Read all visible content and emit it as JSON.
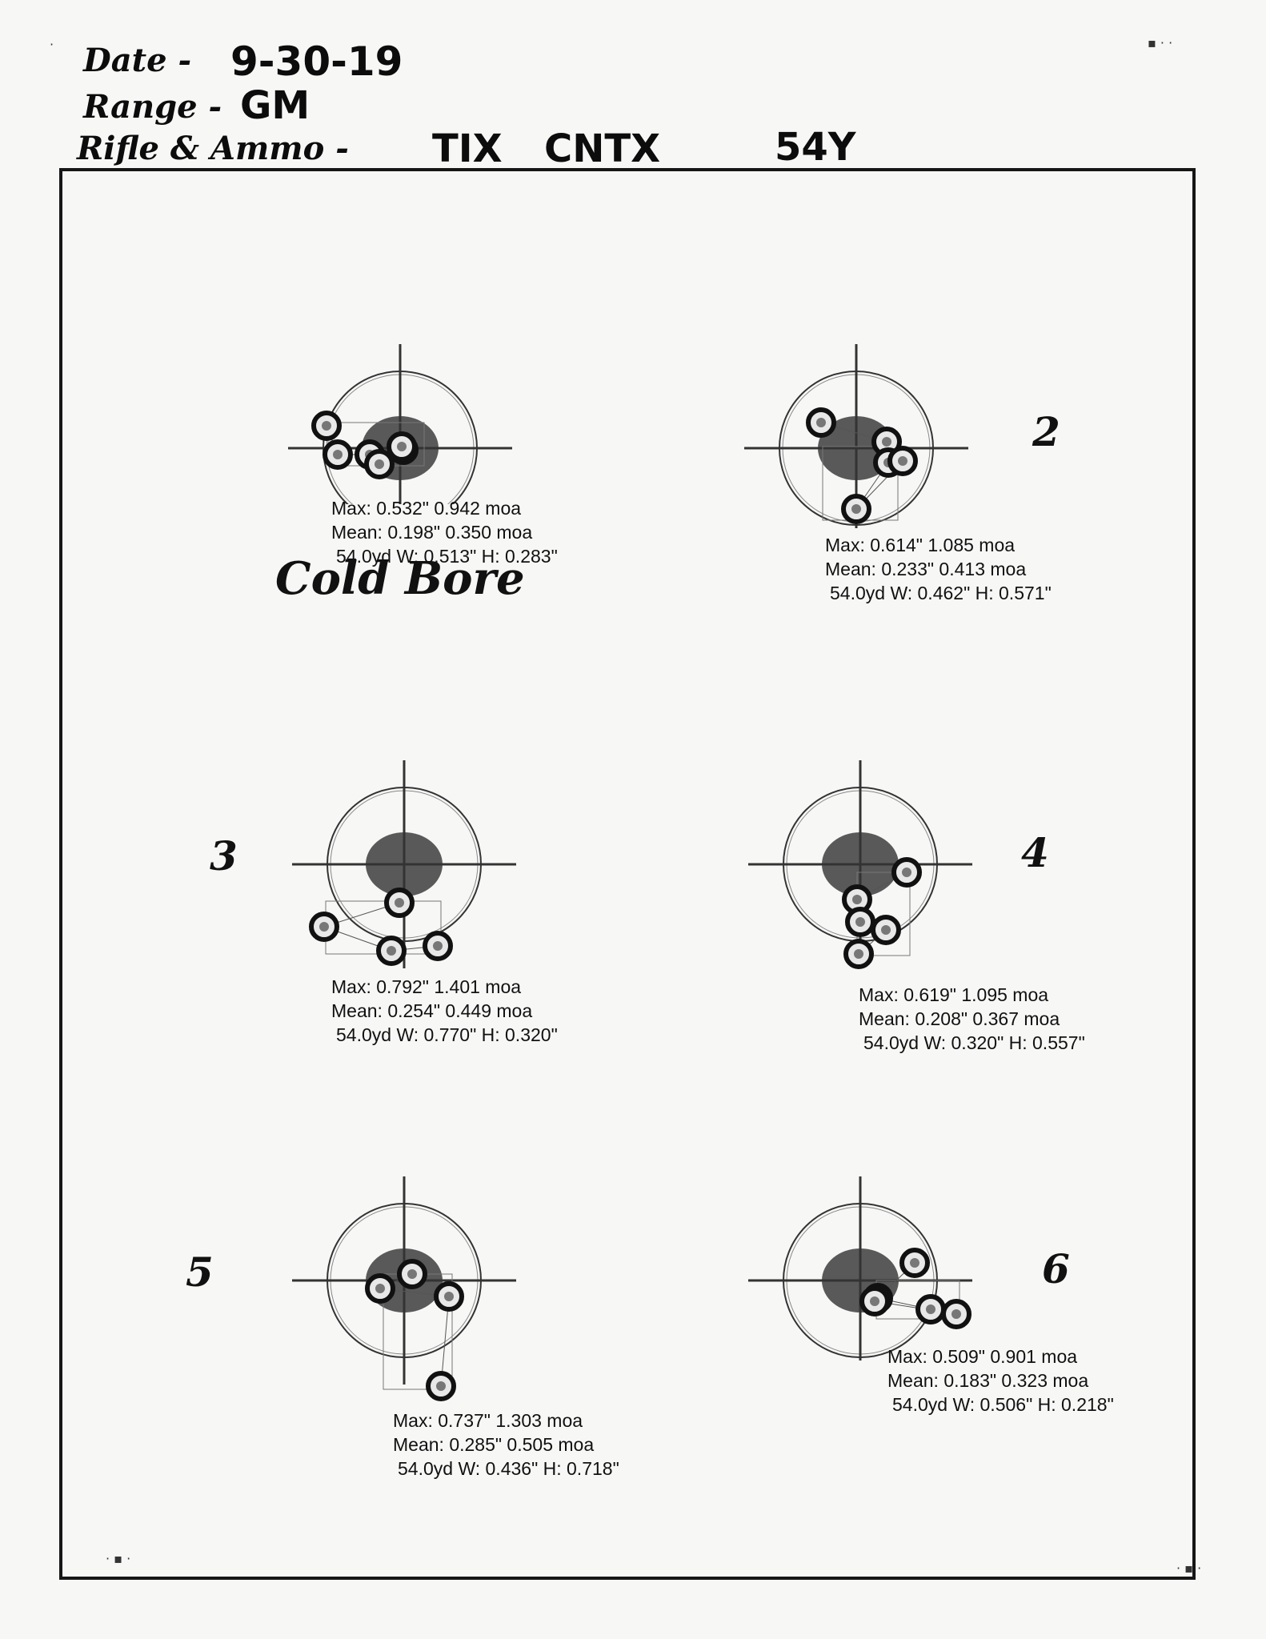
{
  "header": {
    "date_label": "Date -",
    "date_value": "9-30-19",
    "range_label": "Range -",
    "range_value": "GM",
    "rifle_label": "Rifle & Ammo -",
    "rifle_value": "TIX",
    "ammo_value": "CNTX",
    "bullet_value": "54Y"
  },
  "groups": [
    {
      "number": "",
      "note": "Cold Bore",
      "max": "Max: 0.532\" 0.942 moa",
      "mean": "Mean: 0.198\" 0.350 moa",
      "range_size": "54.0yd   W: 0.513\" H: 0.283\""
    },
    {
      "number": "2",
      "note": "",
      "max": "Max: 0.614\" 1.085 moa",
      "mean": "Mean: 0.233\" 0.413 moa",
      "range_size": "54.0yd   W: 0.462\" H: 0.571\""
    },
    {
      "number": "3",
      "note": "",
      "max": "Max: 0.792\" 1.401 moa",
      "mean": "Mean: 0.254\" 0.449 moa",
      "range_size": "54.0yd   W: 0.770\" H: 0.320\""
    },
    {
      "number": "4",
      "note": "",
      "max": "Max: 0.619\" 1.095 moa",
      "mean": "Mean: 0.208\" 0.367 moa",
      "range_size": "54.0yd   W: 0.320\" H: 0.557\""
    },
    {
      "number": "5",
      "note": "",
      "max": "Max: 0.737\" 1.303 moa",
      "mean": "Mean: 0.285\" 0.505 moa",
      "range_size": "54.0yd   W: 0.436\" H: 0.718\""
    },
    {
      "number": "6",
      "note": "",
      "max": "Max: 0.509\" 0.901 moa",
      "mean": "Mean: 0.183\" 0.323 moa",
      "range_size": "54.0yd   W: 0.506\" H: 0.218\""
    }
  ]
}
